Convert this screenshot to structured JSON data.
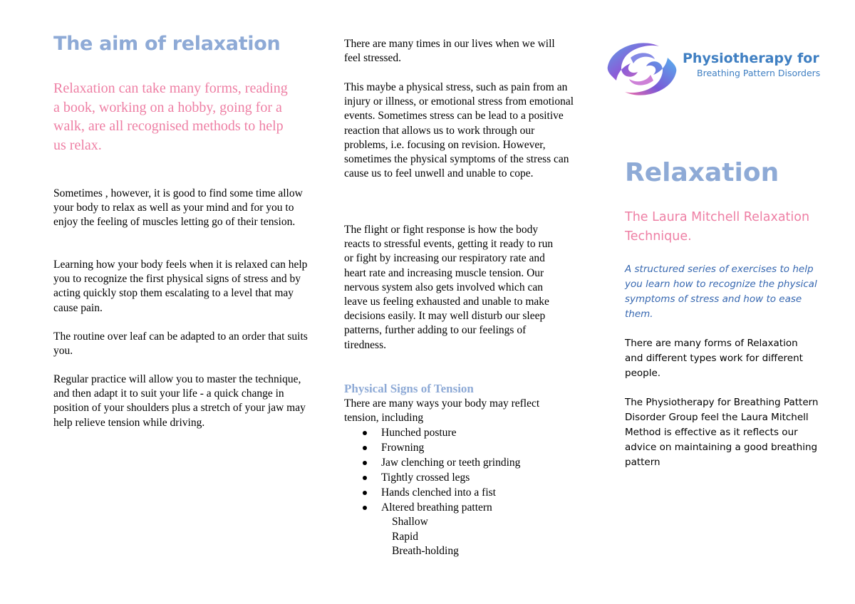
{
  "col1": {
    "heading": "The aim of relaxation",
    "intro": "Relaxation can take many forms, reading a book, working on a hobby, going for a walk, are all recognised methods to help us relax.",
    "p1": "Sometimes , however, it is good to find some time allow your body to relax as well as your mind and for you to enjoy the feeling of muscles letting go of their tension.",
    "p2": "Learning how your body feels when it is relaxed can help you to recognize the first physical signs of stress and by acting quickly stop them escalating to a level that may cause pain.",
    "p3": "The routine over leaf can be adapted to an order that suits you.",
    "p4": "Regular practice will allow you to master the technique, and then adapt it to suit your life - a quick change in position of your shoulders plus a stretch of your jaw may help relieve tension while driving."
  },
  "col2": {
    "p1": "There are many times in our lives when we will feel stressed.",
    "p2": "This maybe a physical stress, such as  pain from an injury or illness, or emotional stress from emotional events. Sometimes stress can be lead to a positive reaction that allows us to work through our problems, i.e. focusing on revision. However, sometimes the physical symptoms of the stress can cause us to feel unwell and unable to cope.",
    "p3": "The flight or fight response is how the body reacts to stressful events, getting it ready to run or fight by increasing our respiratory rate and heart rate and increasing muscle tension. Our nervous system also gets involved which can leave us feeling exhausted and unable to make decisions easily. It may well disturb our sleep patterns, further adding to our feelings of tiredness.",
    "signs_heading": "Physical Signs of Tension",
    "signs_intro": "There are many ways your body may reflect tension, including",
    "bullets": [
      "Hunched posture",
      "Frowning",
      "Jaw clenching or teeth grinding",
      "Tightly crossed legs",
      "Hands clenched into a fist",
      "Altered breathing pattern"
    ],
    "sub_bullets": [
      "Shallow",
      "Rapid",
      "Breath-holding"
    ]
  },
  "col3": {
    "logo_title": "Physiotherapy for",
    "logo_subtitle": "Breathing Pattern Disorders",
    "heading": "Relaxation",
    "subtitle": "The Laura Mitchell Relaxation Technique.",
    "italic": "A  structured series of exercises to help you learn how to recognize the physical symptoms of stress and how to ease them.",
    "p1": "There are many forms of Relaxation and different types work for different people.",
    "p2": "The Physiotherapy for Breathing Pattern Disorder Group feel the Laura Mitchell Method is effective as it reflects our advice on maintaining a good breathing pattern"
  },
  "colors": {
    "heading_blue": "#8eaad6",
    "accent_pink": "#ee7fa4",
    "logo_blue": "#3f7fc2",
    "italic_blue": "#3667b0"
  }
}
